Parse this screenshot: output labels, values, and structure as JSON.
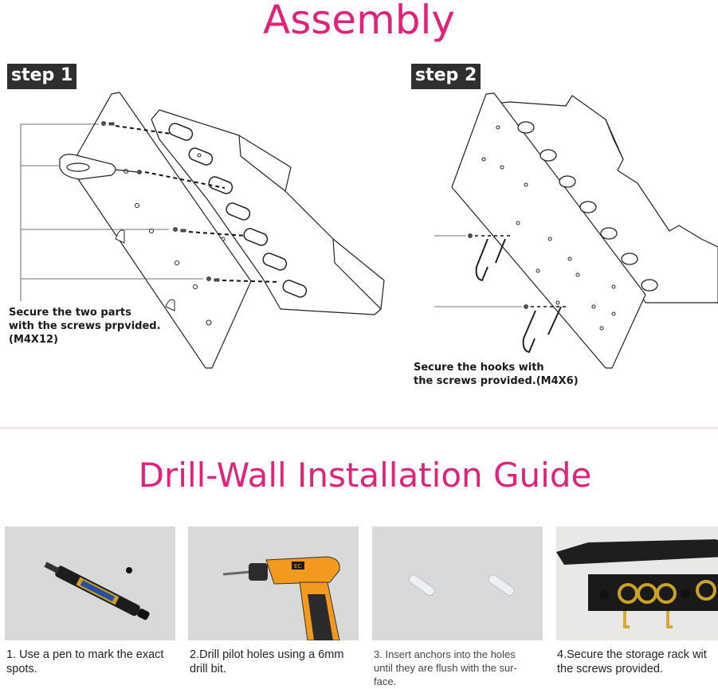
{
  "assembly": {
    "title": "Assembly",
    "step1": {
      "label": "step 1",
      "note_lines": [
        "Secure the two parts",
        "with the screws prpvided.",
        "(M4X12)"
      ]
    },
    "step2": {
      "label": "step 2",
      "note_lines": [
        "Secure the hooks with",
        "the screws provided.(M4X6)"
      ]
    }
  },
  "installation": {
    "title": "Drill-Wall Installation Guide",
    "steps": [
      {
        "caption_lines": [
          "1. Use a pen to mark the exact",
          "spots."
        ]
      },
      {
        "caption_lines": [
          "2.Drill pilot holes using a 6mm",
          "drill bit."
        ]
      },
      {
        "caption_lines": [
          "3.  Insert anchors into the holes",
          "until they are flush with the sur-",
          "face."
        ]
      },
      {
        "caption_lines": [
          "4.Secure the storage rack wit",
          "the screws provided."
        ]
      }
    ],
    "drill_brand_mark": "EC"
  },
  "colors": {
    "title_pink": "#e0227a",
    "badge_bg": "#2f2f2f",
    "photo_bg": "#d9d9d9",
    "drill_orange": "#f39a1e"
  },
  "icons": [
    "screw-icon",
    "hook-icon",
    "marker-icon",
    "drill-icon",
    "anchor-icon",
    "storage-rack-icon"
  ]
}
